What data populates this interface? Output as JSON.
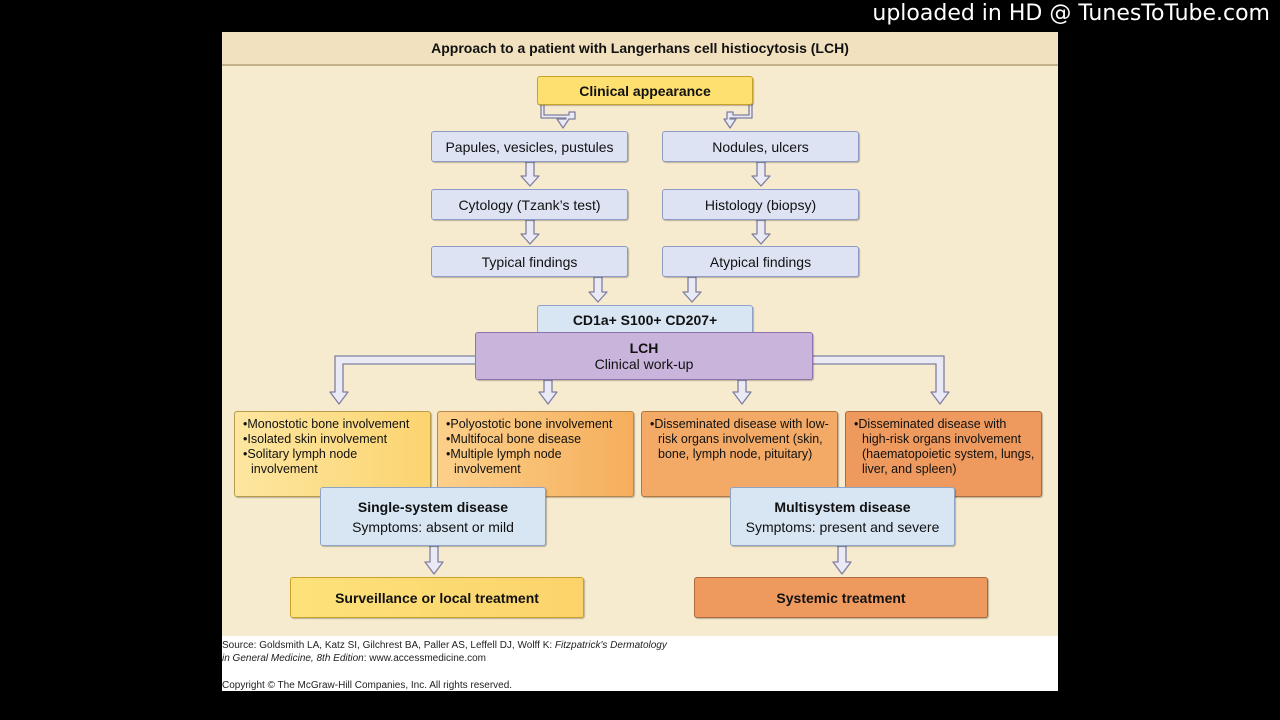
{
  "watermark": "uploaded in HD @ TunesToTube.com",
  "title": "Approach to a patient with Langerhans cell histiocytosis (LCH)",
  "nodes": {
    "clinical_appearance": "Clinical appearance",
    "papules": "Papules, vesicles, pustules",
    "nodules": "Nodules, ulcers",
    "cytology": "Cytology (Tzank’s test)",
    "histology": "Histology (biopsy)",
    "typical": "Typical findings",
    "atypical": "Atypical findings",
    "markers": "CD1a+ S100+ CD207+",
    "lch_title": "LCH",
    "lch_sub": "Clinical work-up",
    "single_title": "Single-system disease",
    "single_sub": "Symptoms: absent or mild",
    "multi_title": "Multisystem disease",
    "multi_sub": "Symptoms: present and severe",
    "surveillance": "Surveillance or local treatment",
    "systemic": "Systemic treatment"
  },
  "lists": {
    "mono": [
      "Monostotic bone involvement",
      "Isolated skin involvement",
      "Solitary lymph node involvement"
    ],
    "poly": [
      "Polyostotic bone involvement",
      "Multifocal bone disease",
      "Multiple lymph node involvement"
    ],
    "low_risk": [
      "Disseminated disease with low-risk organs involvement (skin, bone, lymph node, pituitary)"
    ],
    "high_risk": [
      "Disseminated disease with high-risk organs involvement (haematopoietic system, lungs, liver, and spleen)"
    ]
  },
  "source": {
    "line1_prefix": "Source: Goldsmith LA, Katz SI, Gilchrest BA, Paller AS, Leffell DJ, Wolff K: ",
    "line1_italic": "Fitzpatrick's Dermatology",
    "line2_italic": "in General Medicine, 8th Edition",
    "line2_suffix": ": www.accessmedicine.com"
  },
  "copyright": "Copyright © The McGraw-Hill Companies, Inc. All rights reserved.",
  "colors": {
    "panel": "#f7ebcf",
    "arrow_fill": "#e9eaf5",
    "arrow_stroke": "#7f7f9f",
    "lch_purple": "#c9b5dc"
  }
}
